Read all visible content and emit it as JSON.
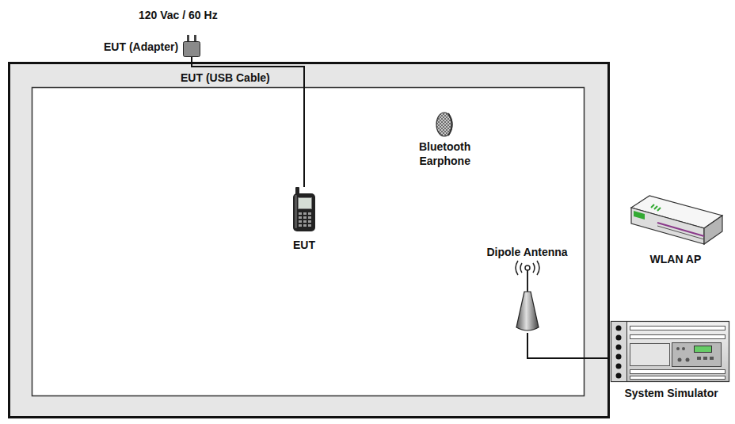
{
  "diagram": {
    "nodes": [
      {
        "text": [
          "EUT (Adapter)"
        ]
      },
      {
        "text": [
          "Bluetooth Earphone"
        ]
      },
      {
        "text": [
          "EUT"
        ]
      },
      {
        "text": [
          "WLAN AP"
        ]
      },
      {
        "text": [
          "Dipole Antenna"
        ]
      },
      {
        "text": [
          "System Simulator"
        ]
      }
    ],
    "edges": [
      {
        "from": 0,
        "to": 2,
        "arrow": "none",
        "label": "EUT (USB Cable)"
      },
      {
        "from": 4,
        "to": 5,
        "arrow": "none"
      }
    ],
    "labels": [
      "120 Vac / 60 Hz"
    ]
  }
}
